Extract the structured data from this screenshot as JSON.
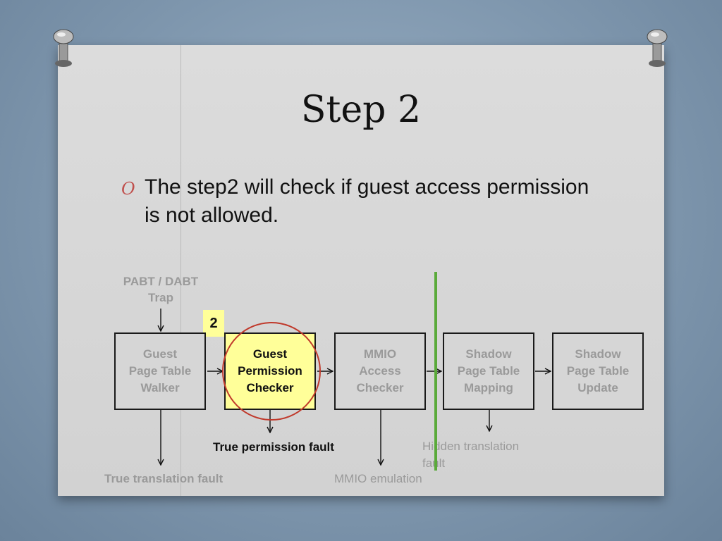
{
  "slide": {
    "title": "Step 2",
    "bullet_marker": "O",
    "bullet_text": "The step2 will check if guest access permission is not allowed."
  },
  "diagram": {
    "trap_label": "PABT / DABT Trap",
    "step_badge": "2",
    "boxes": [
      {
        "lines": [
          "Guest",
          "Page Table",
          "Walker"
        ]
      },
      {
        "lines": [
          "Guest",
          "Permission",
          "Checker"
        ]
      },
      {
        "lines": [
          "MMIO",
          "Access",
          "Checker"
        ]
      },
      {
        "lines": [
          "Shadow",
          "Page Table",
          "Mapping"
        ]
      },
      {
        "lines": [
          "Shadow",
          "Page Table",
          "Update"
        ]
      }
    ],
    "outcomes": {
      "true_translation_fault": "True translation fault",
      "true_permission_fault": "True permission fault",
      "mmio_emulation": "MMIO emulation",
      "hidden_translation_fault_line1": "Hidden translation",
      "hidden_translation_fault_line2": "fault"
    }
  },
  "colors": {
    "highlight_fill": "#ffff99",
    "highlight_circle": "#c0392b",
    "divider_line": "#5aaa3a",
    "muted_text": "#9a9a9a"
  }
}
